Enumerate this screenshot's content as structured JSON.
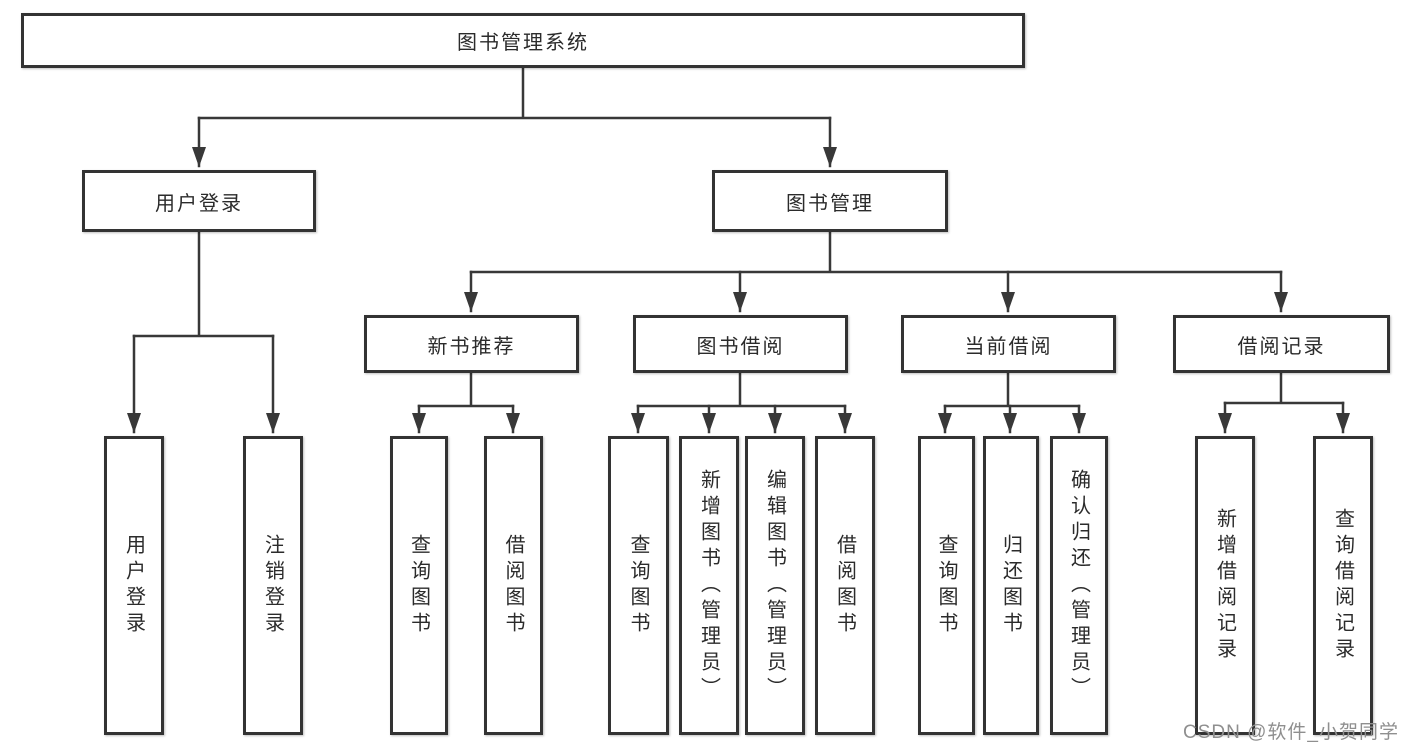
{
  "nodes": {
    "root": "图书管理系统",
    "user_login": "用户登录",
    "book_mgmt": "图书管理",
    "new_book_rec": "新书推荐",
    "book_borrow": "图书借阅",
    "current_borrow": "当前借阅",
    "borrow_record": "借阅记录",
    "leaf_user_login": "用户登录",
    "leaf_logout": "注销登录",
    "rec_query_book": "查询图书",
    "rec_borrow_book": "借阅图书",
    "bb_query_book": "查询图书",
    "bb_add_book": "新增图书（管理员）",
    "bb_edit_book": "编辑图书（管理员）",
    "bb_borrow_book": "借阅图书",
    "cb_query_book": "查询图书",
    "cb_return_book": "归还图书",
    "cb_confirm_return": "确认归还（管理员）",
    "br_add_record": "新增借阅记录",
    "br_query_record": "查询借阅记录"
  },
  "watermark": {
    "text": "CSDN @软件_小贺同学"
  },
  "colors": {
    "line": "#383838",
    "box_border": "#333333",
    "text": "#2b2b2b",
    "background": "#ffffff",
    "watermark_text": "#8f8f8f"
  }
}
